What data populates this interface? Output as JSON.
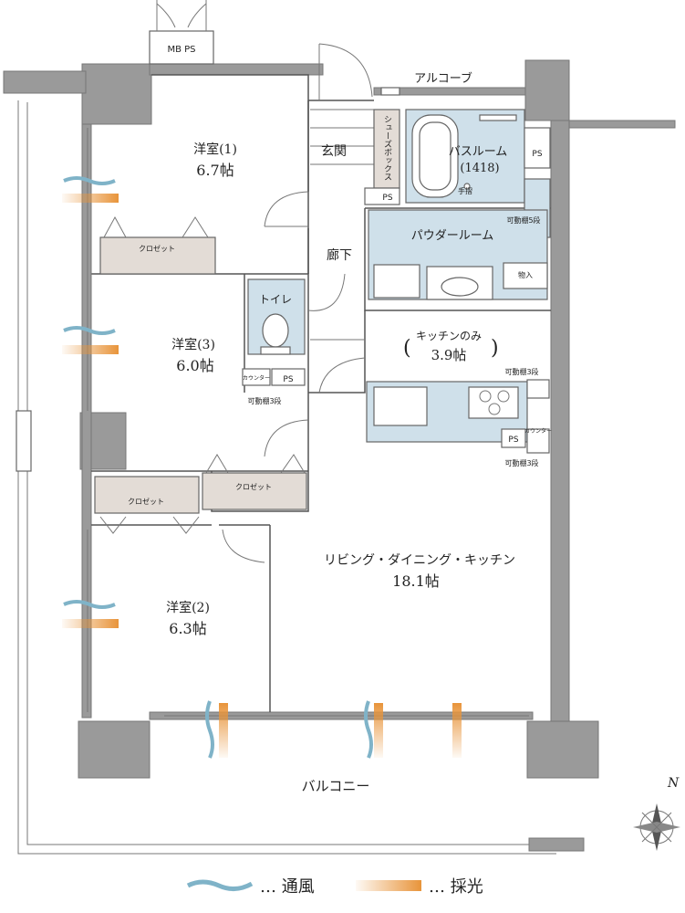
{
  "rooms": {
    "western1": {
      "name": "洋室(1)",
      "size": "6.7帖"
    },
    "western2": {
      "name": "洋室(2)",
      "size": "6.3帖"
    },
    "western3": {
      "name": "洋室(3)",
      "size": "6.0帖"
    },
    "ldk": {
      "name": "リビング・ダイニング・キッチン",
      "size": "18.1帖"
    },
    "kitchen_only": {
      "name": "キッチンのみ",
      "size": "3.9帖"
    },
    "entrance": "玄関",
    "corridor": "廊下",
    "bathroom": {
      "name": "バスルーム",
      "size": "(1418)"
    },
    "powder_room": "パウダールーム",
    "toilet": "トイレ",
    "balcony": "バルコニー",
    "alcove": "アルコーブ"
  },
  "labels": {
    "mbps": "MB PS",
    "ps": "PS",
    "shoebox": "シューズボックス",
    "closet": "クロゼット",
    "handrail": "手摺",
    "shelf5": "可動棚5段",
    "shelf3": "可動棚3段",
    "storage": "物入",
    "counter": "カウンター"
  },
  "legend": {
    "ventilation": "… 通風",
    "daylight": "… 採光"
  },
  "compass": {
    "north": "N"
  },
  "colors": {
    "wall": "#9a9a9a",
    "wet_area": "#cfe0ea",
    "closet": "#e3dcd6",
    "wind": "#7fb3c8",
    "light": "#e8943a"
  }
}
